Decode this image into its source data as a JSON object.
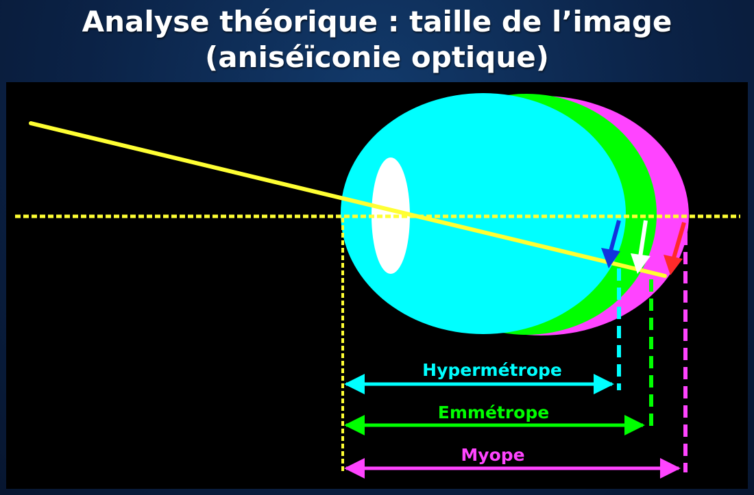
{
  "title": {
    "line1": "Analyse théorique : taille de l’image",
    "line2": "(aniséïconie optique)"
  },
  "labels": {
    "hypermetrope": "Hypermétrope",
    "emmetrope": "Emmétrope",
    "myope": "Myope"
  },
  "colors": {
    "hypermetrope": "#00ffff",
    "emmetrope": "#00ff00",
    "myope": "#ff44ff",
    "ray": "#ffff33",
    "lens": "#ffffff",
    "arrow_hypermetrope": "#1133dd",
    "arrow_emmetrope": "#ffffff",
    "arrow_myope": "#ff2a2a"
  }
}
